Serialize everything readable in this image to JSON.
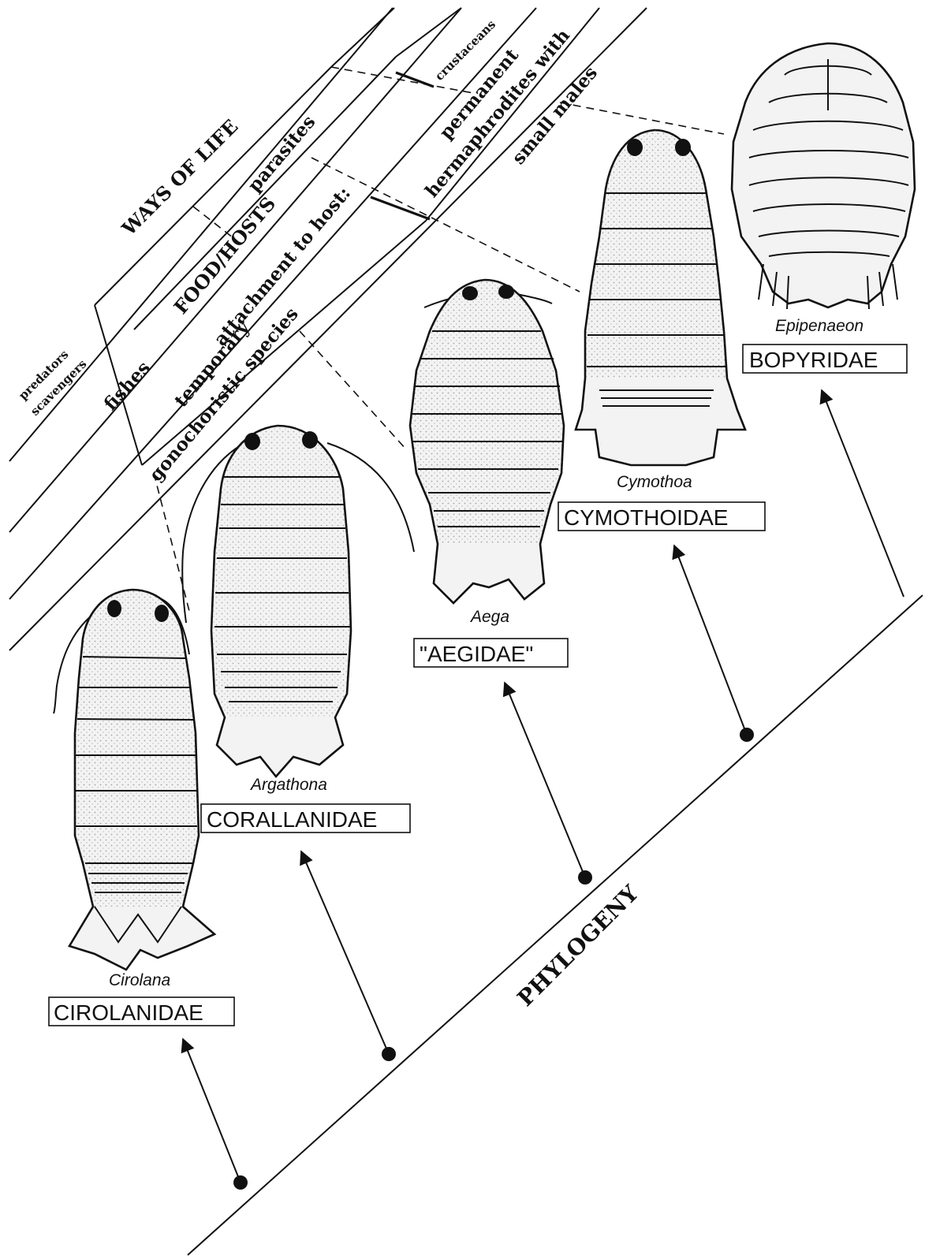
{
  "bands": {
    "ways_of_life": "WAYS OF LIFE",
    "predators": "predators",
    "scavengers": "scavengers",
    "parasites": "parasites",
    "food_hosts": "FOOD/HOSTS",
    "fishes": "fishes",
    "crustaceans": "crustaceans",
    "attachment": "attachment to host:",
    "temporary": "temporary",
    "permanent": "permanent",
    "gonochoristic": "gonochoristic species",
    "hermaphrodites": "hermaphrodites with",
    "small_males": "small males"
  },
  "phylogeny_label": "PHYLOGENY",
  "taxa": [
    {
      "genus": "Cirolana",
      "family": "CIROLANIDAE"
    },
    {
      "genus": "Argathona",
      "family": "CORALLANIDAE"
    },
    {
      "genus": "Aega",
      "family": "\"AEGIDAE\""
    },
    {
      "genus": "Cymothoa",
      "family": "CYMOTHOIDAE"
    },
    {
      "genus": "Epipenaeon",
      "family": "BOPYRIDAE"
    }
  ],
  "colors": {
    "ink": "#111111",
    "paper": "#ffffff"
  }
}
